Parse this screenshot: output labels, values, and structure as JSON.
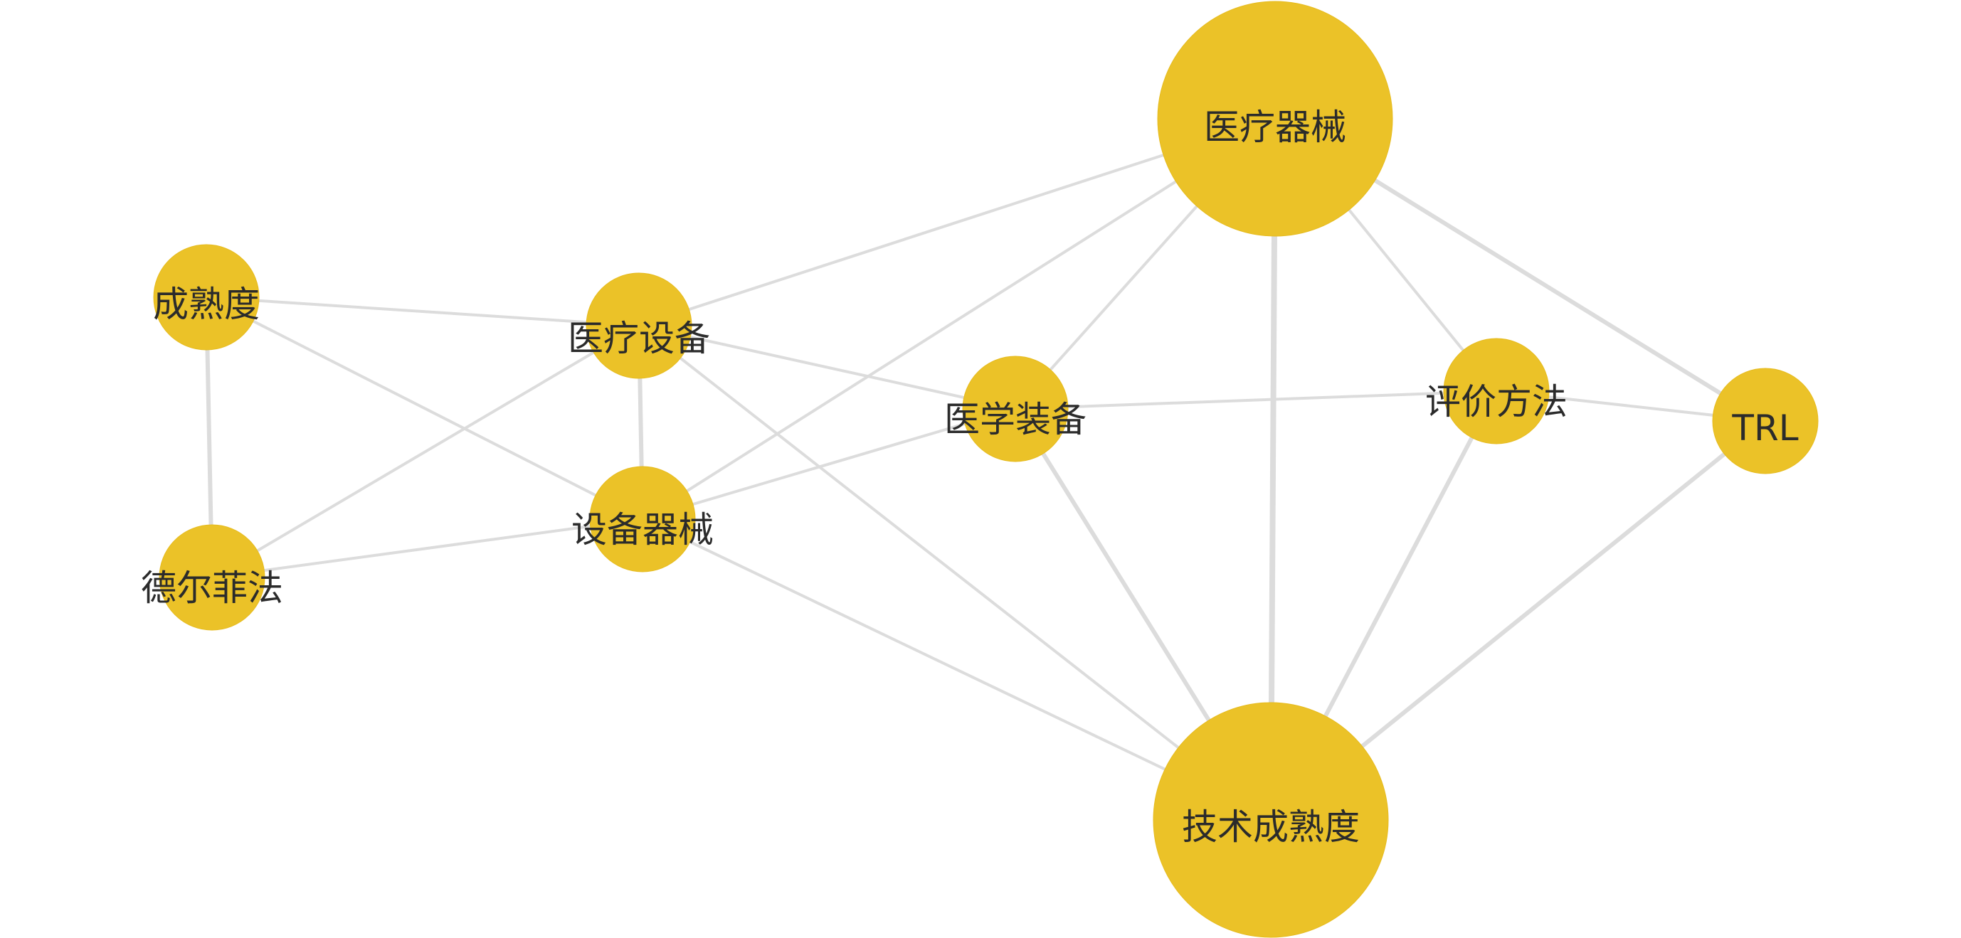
{
  "diagram": {
    "type": "network-graph",
    "colors": {
      "node_fill": "#ebc228",
      "edge": "#dcdcdc",
      "label": "#2b2b2b",
      "background": "#ffffff"
    },
    "nodes": [
      {
        "id": "yiliao_qixie",
        "label": "医疗器械",
        "weight": 10
      },
      {
        "id": "jishu_chengshudu",
        "label": "技术成熟度",
        "weight": 10
      },
      {
        "id": "chengshudu",
        "label": "成熟度",
        "weight": 3
      },
      {
        "id": "yiliao_shebei",
        "label": "医疗设备",
        "weight": 3
      },
      {
        "id": "yixue_zhuangbei",
        "label": "医学装备",
        "weight": 3
      },
      {
        "id": "pingjia_fangfa",
        "label": "评价方法",
        "weight": 3
      },
      {
        "id": "trl",
        "label": "TRL",
        "weight": 3
      },
      {
        "id": "shebei_qixie",
        "label": "设备器械",
        "weight": 3
      },
      {
        "id": "deerfei_fa",
        "label": "德尔菲法",
        "weight": 3
      }
    ],
    "edges": [
      {
        "source": "yiliao_qixie",
        "target": "jishu_chengshudu",
        "weight": 3
      },
      {
        "source": "yiliao_qixie",
        "target": "trl",
        "weight": 2
      },
      {
        "source": "yiliao_qixie",
        "target": "pingjia_fangfa",
        "weight": 1
      },
      {
        "source": "yiliao_qixie",
        "target": "yixue_zhuangbei",
        "weight": 1
      },
      {
        "source": "yiliao_qixie",
        "target": "yiliao_shebei",
        "weight": 1
      },
      {
        "source": "yiliao_qixie",
        "target": "shebei_qixie",
        "weight": 1
      },
      {
        "source": "jishu_chengshudu",
        "target": "trl",
        "weight": 2
      },
      {
        "source": "jishu_chengshudu",
        "target": "pingjia_fangfa",
        "weight": 2
      },
      {
        "source": "jishu_chengshudu",
        "target": "yixue_zhuangbei",
        "weight": 2
      },
      {
        "source": "jishu_chengshudu",
        "target": "yiliao_shebei",
        "weight": 1
      },
      {
        "source": "jishu_chengshudu",
        "target": "shebei_qixie",
        "weight": 1
      },
      {
        "source": "pingjia_fangfa",
        "target": "trl",
        "weight": 1
      },
      {
        "source": "pingjia_fangfa",
        "target": "yixue_zhuangbei",
        "weight": 1
      },
      {
        "source": "yixue_zhuangbei",
        "target": "yiliao_shebei",
        "weight": 1
      },
      {
        "source": "yixue_zhuangbei",
        "target": "shebei_qixie",
        "weight": 1
      },
      {
        "source": "yiliao_shebei",
        "target": "shebei_qixie",
        "weight": 2
      },
      {
        "source": "yiliao_shebei",
        "target": "chengshudu",
        "weight": 1
      },
      {
        "source": "yiliao_shebei",
        "target": "deerfei_fa",
        "weight": 1
      },
      {
        "source": "shebei_qixie",
        "target": "chengshudu",
        "weight": 1
      },
      {
        "source": "shebei_qixie",
        "target": "deerfei_fa",
        "weight": 1
      },
      {
        "source": "chengshudu",
        "target": "deerfei_fa",
        "weight": 2
      }
    ]
  }
}
